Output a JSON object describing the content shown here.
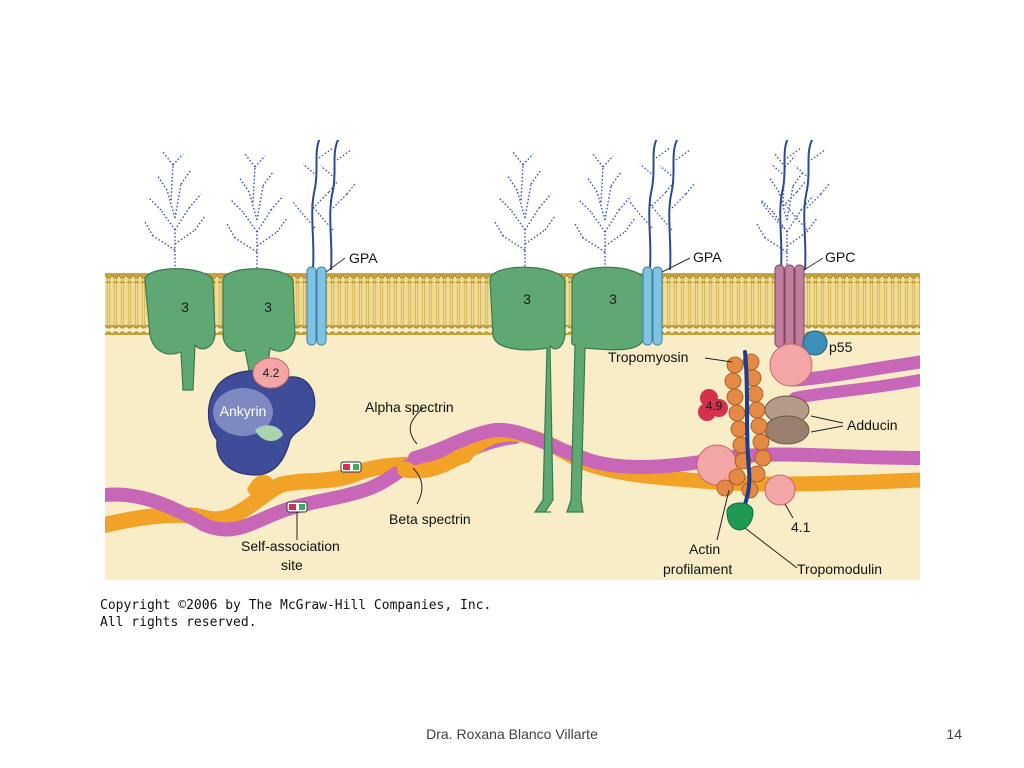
{
  "diagram": {
    "labels": {
      "band3_a": "3",
      "band3_b": "3",
      "band3_c": "3",
      "band3_d": "3",
      "gpa_1": "GPA",
      "gpa_2": "GPA",
      "gpc": "GPC",
      "protein_4_2": "4.2",
      "ankyrin": "Ankyrin",
      "alpha_spectrin": "Alpha spectrin",
      "beta_spectrin": "Beta spectrin",
      "self_association_line1": "Self-association",
      "self_association_line2": "site",
      "tropomyosin": "Tropomyosin",
      "p55": "p55",
      "protein_4_9": "4.9",
      "adducin": "Adducin",
      "protein_4_1": "4.1",
      "actin_line1": "Actin",
      "actin_line2": "profilament",
      "tropomodulin": "Tropomodulin"
    },
    "colors": {
      "membrane_head": "#c9a436",
      "membrane_tail": "#e9cf78",
      "cytoplasm": "#f8edc7",
      "band3": "#5fa874",
      "gpa": "#7ec3e3",
      "gpc": "#c07e9c",
      "ankyrin": "#3f4c9a",
      "alpha_spectrin": "#c866b8",
      "beta_spectrin": "#f2a226",
      "actin": "#e58a45",
      "adducin": "#9a7e6e",
      "protein_4_1": "#f4a6a6",
      "protein_4_9": "#d6304f",
      "p55": "#3c8fb6",
      "tropomodulin": "#1f9a55",
      "glycan": "#3a5aa8"
    }
  },
  "copyright": {
    "line1": "Copyright ©2006 by The McGraw-Hill Companies, Inc.",
    "line2": "All rights reserved."
  },
  "footer": {
    "author": "Dra. Roxana Blanco Villarte",
    "page_number": "14"
  }
}
